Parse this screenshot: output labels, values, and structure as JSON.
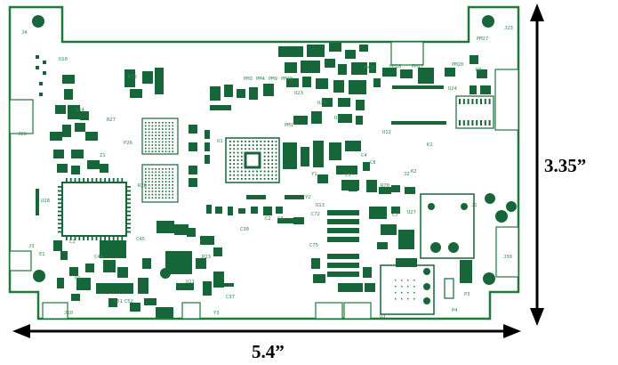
{
  "dimensions": {
    "width": "5.4”",
    "height": "3.35”"
  },
  "board": {
    "colors": {
      "outline": "#1f7a3a",
      "copper": "#16663a",
      "silk": "#2e8b4e",
      "background": "#ffffff"
    },
    "labels": {
      "u1": "U1",
      "u2": "U2",
      "u3": "U3",
      "u10": "U10",
      "u11": "U11",
      "u12": "U12",
      "u13": "U13",
      "u14": "U14",
      "u23": "U23",
      "u24": "U24",
      "u25": "U25",
      "u27": "U27",
      "u28": "U28",
      "j1": "J1",
      "j2": "J2",
      "j3": "J3",
      "j4": "J4",
      "j10": "J10",
      "j20": "J20",
      "j23": "J23",
      "k1": "K1",
      "k2": "K2",
      "l1": "L1",
      "y1": "Y1",
      "y2": "Y2",
      "y3": "Y3",
      "pm1": "PM1",
      "pm3": "PM3",
      "pm4": "PM4",
      "pm9": "PM9",
      "pm10": "PM10",
      "pm17": "PM17",
      "pm18": "PM18",
      "pm20": "PM20",
      "pm25": "PM25",
      "pm27": "PM27",
      "c2": "C2",
      "c3": "C3",
      "c4": "C4",
      "c5": "C5",
      "c7": "C7",
      "c8": "C8",
      "c30": "C30",
      "c37": "C37",
      "c44": "C44",
      "c45": "C45",
      "c51": "C51",
      "c52": "C52",
      "c72": "C72",
      "c75": "C75",
      "r23": "R23",
      "r27": "R27",
      "r28": "R28",
      "r70": "R70",
      "r73": "R73",
      "p3": "P3",
      "p4": "P4",
      "p26": "P26",
      "d3": "D3",
      "e1": "E1",
      "z1": "Z1",
      "j30": "J30",
      "q1": "Q1"
    }
  }
}
